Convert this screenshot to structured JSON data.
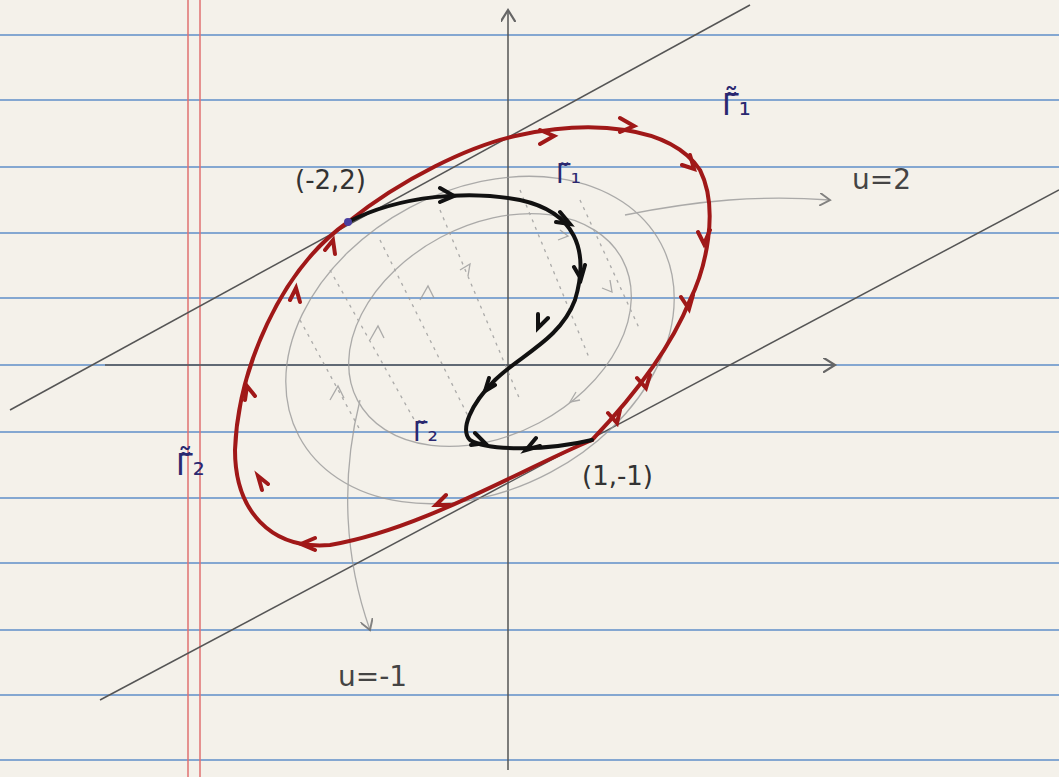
{
  "diagram": {
    "labels": [
      "(-2,2)",
      "(1,-1)",
      "u=2",
      "u=-1",
      "Γ̃̃₁",
      "Γ̃₁",
      "Γ̃₂",
      "Γ̃̃₂"
    ]
  }
}
